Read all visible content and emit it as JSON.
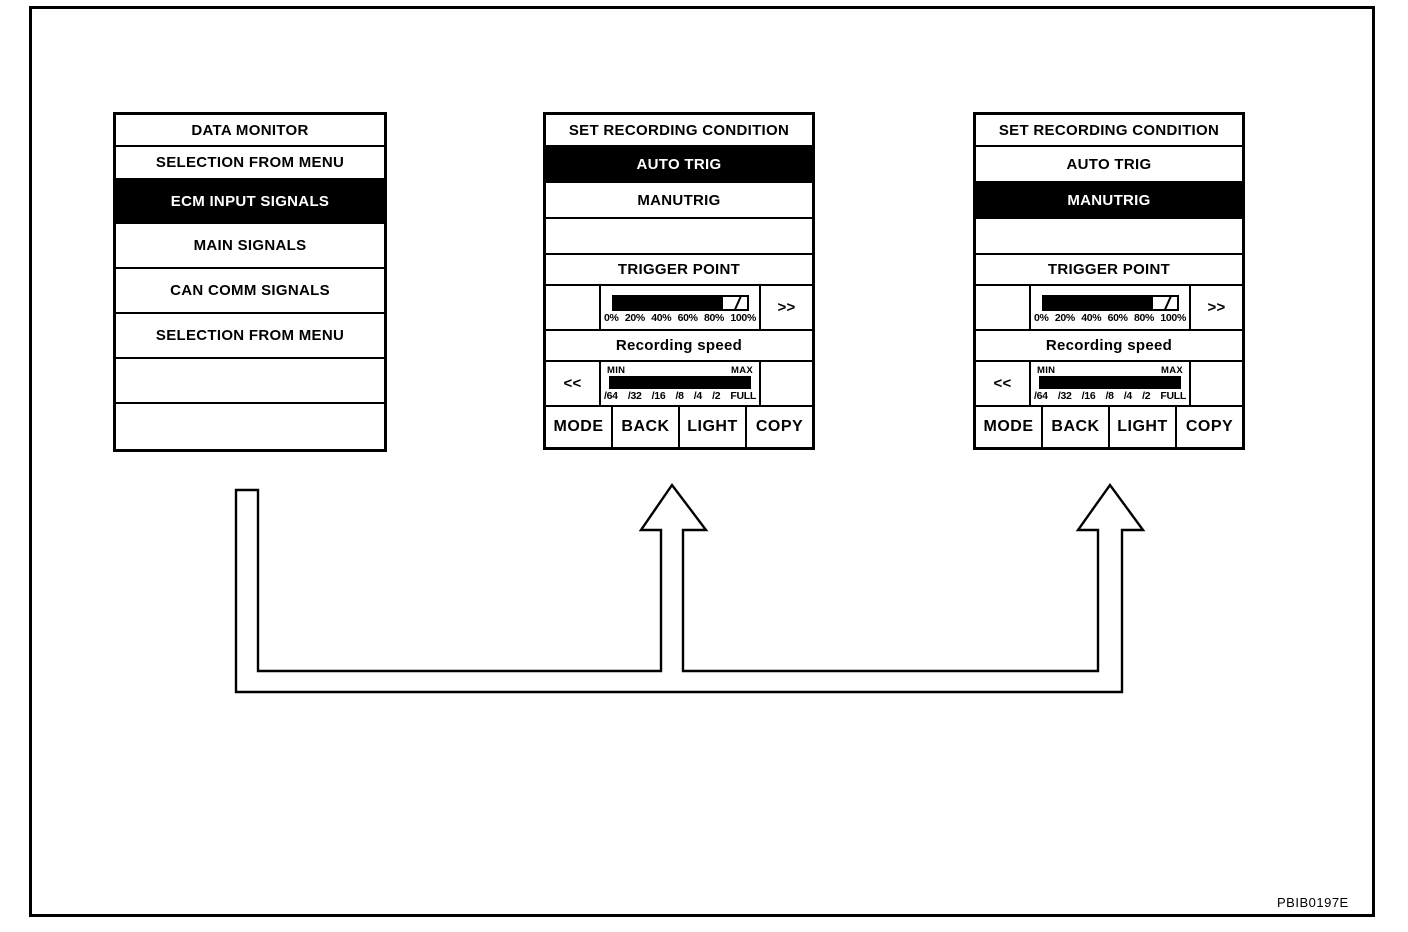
{
  "colors": {
    "ink": "#000000",
    "paper": "#ffffff"
  },
  "figure_code": "PBIB0197E",
  "data_monitor_screen": {
    "title": "DATA MONITOR",
    "rows": [
      "SELECTION FROM MENU",
      "ECM INPUT SIGNALS",
      "MAIN SIGNALS",
      "CAN COMM SIGNALS",
      "SELECTION FROM MENU",
      "",
      ""
    ],
    "selected_row": "ECM INPUT SIGNALS"
  },
  "recording_screens": [
    {
      "title": "SET RECORDING CONDITION",
      "options": [
        "AUTO TRIG",
        "MANUTRIG"
      ],
      "selected_option": "AUTO TRIG",
      "trigger_point_label": "TRIGGER POINT",
      "trigger_scale": [
        "0%",
        "20%",
        "40%",
        "60%",
        "80%",
        "100%"
      ],
      "trigger_fill_percent": "82",
      "forward_button": ">>",
      "recording_speed_label": "Recording speed",
      "speed_min_label": "MIN",
      "speed_max_label": "MAX",
      "speed_scale": [
        "/64",
        "/32",
        "/16",
        "/8",
        "/4",
        "/2",
        "FULL"
      ],
      "speed_fill_percent": "100",
      "back_button": "<<",
      "function_keys": [
        "MODE",
        "BACK",
        "LIGHT",
        "COPY"
      ]
    },
    {
      "title": "SET RECORDING CONDITION",
      "options": [
        "AUTO TRIG",
        "MANUTRIG"
      ],
      "selected_option": "MANUTRIG",
      "trigger_point_label": "TRIGGER POINT",
      "trigger_scale": [
        "0%",
        "20%",
        "40%",
        "60%",
        "80%",
        "100%"
      ],
      "trigger_fill_percent": "82",
      "forward_button": ">>",
      "recording_speed_label": "Recording speed",
      "speed_min_label": "MIN",
      "speed_max_label": "MAX",
      "speed_scale": [
        "/64",
        "/32",
        "/16",
        "/8",
        "/4",
        "/2",
        "FULL"
      ],
      "speed_fill_percent": "100",
      "back_button": "<<",
      "function_keys": [
        "MODE",
        "BACK",
        "LIGHT",
        "COPY"
      ]
    }
  ]
}
